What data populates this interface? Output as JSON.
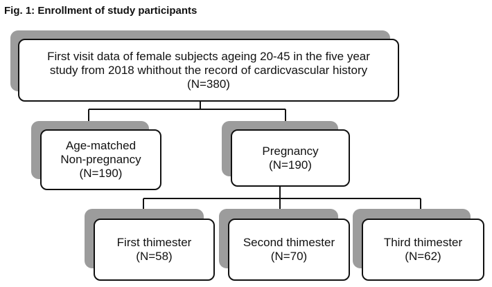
{
  "figure_title": "Fig. 1: Enrollment of study participants",
  "nodes": {
    "root": {
      "lines": [
        "First visit data of female subjects ageing 20-45 in the five year",
        "study from 2018 whithout the record of cardicvascular history",
        "(N=380)"
      ]
    },
    "non_pregnancy": {
      "lines": [
        "Age-matched",
        "Non-pregnancy",
        "(N=190)"
      ]
    },
    "pregnancy": {
      "lines": [
        "Pregnancy",
        "(N=190)"
      ]
    },
    "first_trimester": {
      "lines": [
        "First thimester",
        "(N=58)"
      ]
    },
    "second_trimester": {
      "lines": [
        "Second thimester",
        "(N=70)"
      ]
    },
    "third_trimester": {
      "lines": [
        "Third thimester",
        "(N=62)"
      ]
    }
  },
  "colors": {
    "box_border": "#111111",
    "box_fill": "#ffffff",
    "shadow": "#9c9c9c",
    "connector": "#111111"
  }
}
